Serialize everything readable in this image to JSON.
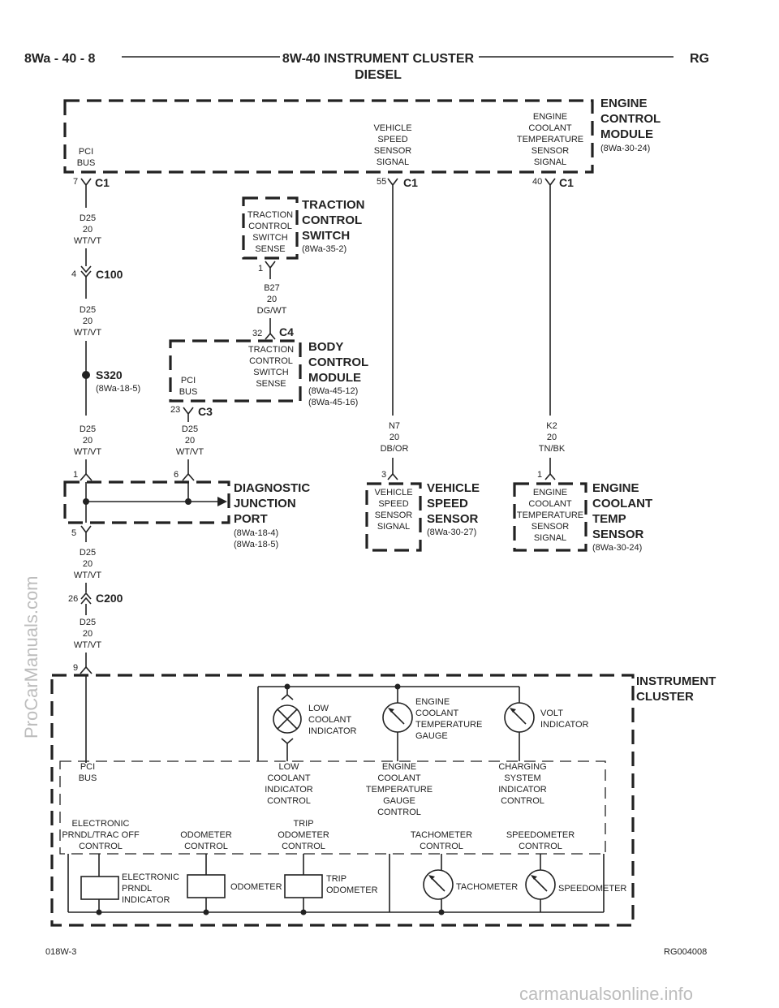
{
  "header": {
    "page_ref": "8Wa - 40 - 8",
    "title_line1": "8W-40 INSTRUMENT CLUSTER",
    "title_line2": "DIESEL",
    "section_code": "RG"
  },
  "watermark_left": "ProCarManuals.com",
  "watermark_bottom": "carmanualsonline.info",
  "footer": {
    "left_code": "018W-3",
    "right_code": "RG004008"
  },
  "ecm": {
    "name_lines": [
      "ENGINE",
      "CONTROL",
      "MODULE"
    ],
    "ref": "(8Wa-30-24)",
    "pin_labels": {
      "pci": [
        "PCI",
        "BUS"
      ],
      "vss": [
        "VEHICLE",
        "SPEED",
        "SENSOR",
        "SIGNAL"
      ],
      "ect": [
        "ENGINE",
        "COOLANT",
        "TEMPERATURE",
        "SENSOR",
        "SIGNAL"
      ]
    },
    "pins": {
      "pci": "7",
      "vss": "55",
      "ect": "40"
    },
    "connector": "C1"
  },
  "traction_switch": {
    "name_lines": [
      "TRACTION",
      "CONTROL",
      "SWITCH"
    ],
    "ref": "(8Wa-35-2)",
    "pin_label": [
      "TRACTION",
      "CONTROL",
      "SWITCH",
      "SENSE"
    ],
    "pin": "1"
  },
  "bcm": {
    "name_lines": [
      "BODY",
      "CONTROL",
      "MODULE"
    ],
    "refs": [
      "(8Wa-45-12)",
      "(8Wa-45-16)"
    ],
    "pin_label_sense": [
      "TRACTION",
      "CONTROL",
      "SWITCH",
      "SENSE"
    ],
    "pin_label_pci": [
      "PCI",
      "BUS"
    ],
    "pin_sense": "32",
    "conn_sense": "C4",
    "pin_pci": "23",
    "conn_pci": "C3"
  },
  "wires": {
    "d25": [
      "D25",
      "20",
      "WT/VT"
    ],
    "b27": [
      "B27",
      "20",
      "DG/WT"
    ],
    "n7": [
      "N7",
      "20",
      "DB/OR"
    ],
    "k2": [
      "K2",
      "20",
      "TN/BK"
    ]
  },
  "connectors": {
    "c100": {
      "name": "C100",
      "pin": "4"
    },
    "c200": {
      "name": "C200",
      "pin": "26"
    },
    "s320": {
      "name": "S320",
      "ref": "(8Wa-18-5)"
    }
  },
  "dlc": {
    "name_lines": [
      "DIAGNOSTIC",
      "JUNCTION",
      "PORT"
    ],
    "refs": [
      "(8Wa-18-4)",
      "(8Wa-18-5)"
    ],
    "pins": {
      "p1": "1",
      "p6": "6",
      "p5": "5"
    }
  },
  "vss_sensor": {
    "name_lines": [
      "VEHICLE",
      "SPEED",
      "SENSOR"
    ],
    "ref": "(8Wa-30-27)",
    "pin_label": [
      "VEHICLE",
      "SPEED",
      "SENSOR",
      "SIGNAL"
    ],
    "pin": "3"
  },
  "ect_sensor": {
    "name_lines": [
      "ENGINE",
      "COOLANT",
      "TEMP",
      "SENSOR"
    ],
    "ref": "(8Wa-30-24)",
    "pin_label": [
      "ENGINE",
      "COOLANT",
      "TEMPERATURE",
      "SENSOR",
      "SIGNAL"
    ],
    "pin": "1"
  },
  "cluster": {
    "name_lines": [
      "INSTRUMENT",
      "CLUSTER"
    ],
    "pin": "9",
    "pci_label": [
      "PCI",
      "BUS"
    ],
    "low_coolant_indicator": [
      "LOW",
      "COOLANT",
      "INDICATOR"
    ],
    "ect_gauge": [
      "ENGINE",
      "COOLANT",
      "TEMPERATURE",
      "GAUGE"
    ],
    "volt_indicator": [
      "VOLT",
      "INDICATOR"
    ],
    "low_coolant_control": [
      "LOW",
      "COOLANT",
      "INDICATOR",
      "CONTROL"
    ],
    "ect_gauge_control": [
      "ENGINE",
      "COOLANT",
      "TEMPERATURE",
      "GAUGE",
      "CONTROL"
    ],
    "charging_control": [
      "CHARGING",
      "SYSTEM",
      "INDICATOR",
      "CONTROL"
    ],
    "prndl_control": [
      "ELECTRONIC",
      "PRNDL/TRAC OFF",
      "CONTROL"
    ],
    "odometer_control": [
      "ODOMETER",
      "CONTROL"
    ],
    "trip_control": [
      "TRIP",
      "ODOMETER",
      "CONTROL"
    ],
    "tach_control": [
      "TACHOMETER",
      "CONTROL"
    ],
    "speedo_control": [
      "SPEEDOMETER",
      "CONTROL"
    ],
    "prndl_indicator": [
      "ELECTRONIC",
      "PRNDL",
      "INDICATOR"
    ],
    "odometer": "ODOMETER",
    "trip_odometer": [
      "TRIP",
      "ODOMETER"
    ],
    "tachometer": "TACHOMETER",
    "speedometer": "SPEEDOMETER"
  }
}
